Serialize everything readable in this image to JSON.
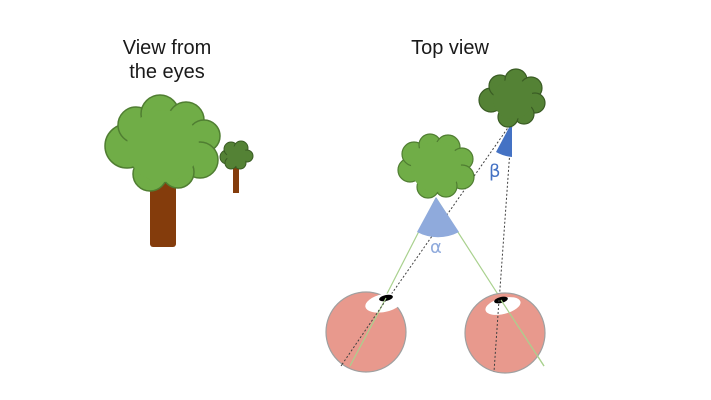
{
  "titles": {
    "view_from_eyes_line1": "View from",
    "view_from_eyes_line2": "the eyes",
    "top_view": "Top view"
  },
  "angle_labels": {
    "near": "α",
    "far": "β"
  },
  "colors": {
    "foliage_light": "#70AD47",
    "foliage_dark": "#548235",
    "foliage_outline_light": "#507E32",
    "foliage_outline_dark": "#3A5C24",
    "trunk": "#843C0C",
    "eye_sclera": "#E8998D",
    "eye_outline": "#A0A0A0",
    "pupil": "#000000",
    "cornea": "#FFFFFF",
    "angle_near": "#8FAADC",
    "angle_far": "#4472C4",
    "sight_line_near": "#A9D18E",
    "sight_line_far": "#404040"
  },
  "icons": {
    "near_tree": "tree-icon",
    "far_tree": "tree-icon",
    "left_eye": "eye-icon",
    "right_eye": "eye-icon"
  }
}
